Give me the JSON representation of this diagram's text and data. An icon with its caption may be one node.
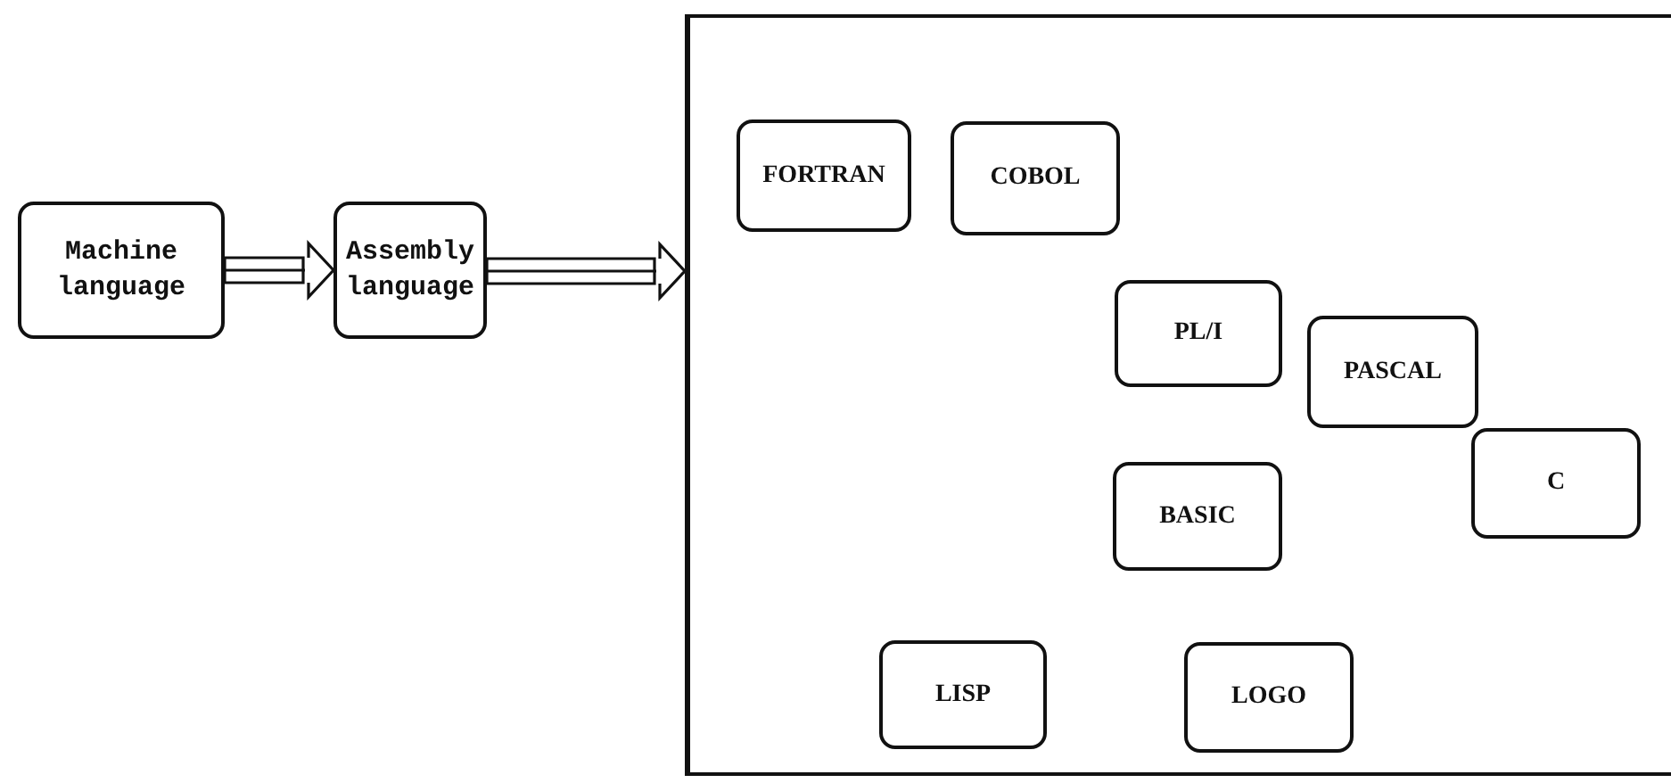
{
  "diagram": {
    "nodes": [
      {
        "text": [
          "Machine language"
        ]
      },
      {
        "text": [
          "Assembly language"
        ]
      },
      {
        "text": [],
        "shape": "box"
      },
      {
        "text": [
          "FORTRAN"
        ],
        "in": 2
      },
      {
        "text": [
          "COBOL"
        ],
        "in": 2
      },
      {
        "text": [
          "PL/I"
        ],
        "in": 2
      },
      {
        "text": [
          "PASCAL"
        ],
        "in": 2
      },
      {
        "text": [
          "C"
        ],
        "in": 2
      },
      {
        "text": [
          "BASIC"
        ],
        "in": 2
      },
      {
        "text": [
          "LISP"
        ],
        "in": 2
      },
      {
        "text": [
          "LOGO"
        ],
        "in": 2
      }
    ],
    "edges": [
      {
        "from": 0,
        "to": 1,
        "arrow": "to"
      },
      {
        "from": 1,
        "to": 2,
        "arrow": "to"
      }
    ]
  }
}
